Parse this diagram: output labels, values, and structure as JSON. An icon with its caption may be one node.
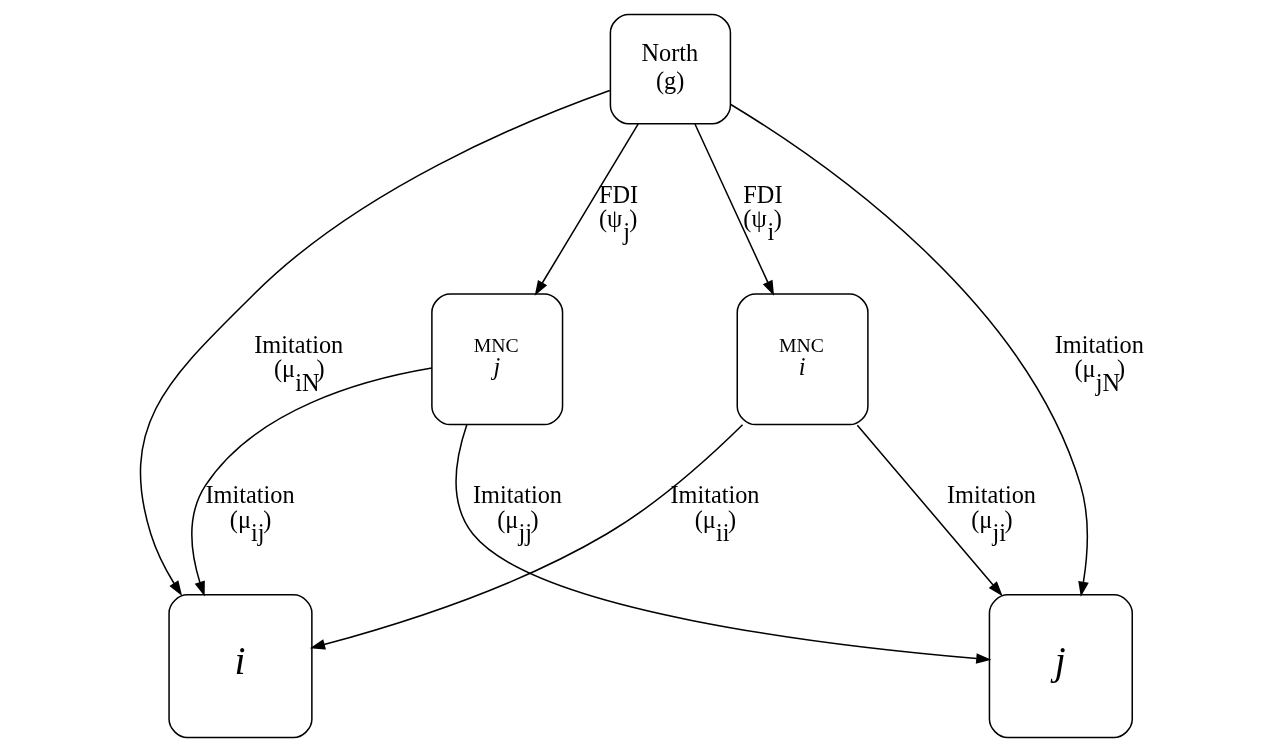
{
  "diagram": {
    "nodes": [
      {
        "text": [
          "North (g)"
        ]
      },
      {
        "text": [
          "MNC",
          "i"
        ]
      },
      {
        "text": [
          "MNC",
          "j"
        ]
      },
      {
        "text": [
          "i"
        ]
      },
      {
        "text": [
          "j"
        ]
      }
    ],
    "edges": [
      {
        "from": 0,
        "to": 3,
        "arrow": "to",
        "label": "Imitation (μ$_{iN}$)"
      },
      {
        "from": 0,
        "to": 1,
        "arrow": "to",
        "label": "FDI (ψ$_{i}$)"
      },
      {
        "from": 0,
        "to": 2,
        "arrow": "to",
        "label": "FDI (ψ$_{j}$)"
      },
      {
        "from": 0,
        "to": 4,
        "arrow": "to",
        "label": "Imitation (μ$_{jN}$)"
      },
      {
        "from": 1,
        "to": 3,
        "arrow": "to",
        "label": "Imitation (μ$_{ii}$)"
      },
      {
        "from": 1,
        "to": 4,
        "arrow": "to",
        "label": "Imitation (μ$_{ji}$)"
      },
      {
        "from": 2,
        "to": 3,
        "arrow": "to",
        "label": "Imitation (μ$_{ij}$)"
      },
      {
        "from": 2,
        "to": 4,
        "arrow": "to",
        "label": "Imitation (μ$_{jj}$)"
      }
    ]
  }
}
